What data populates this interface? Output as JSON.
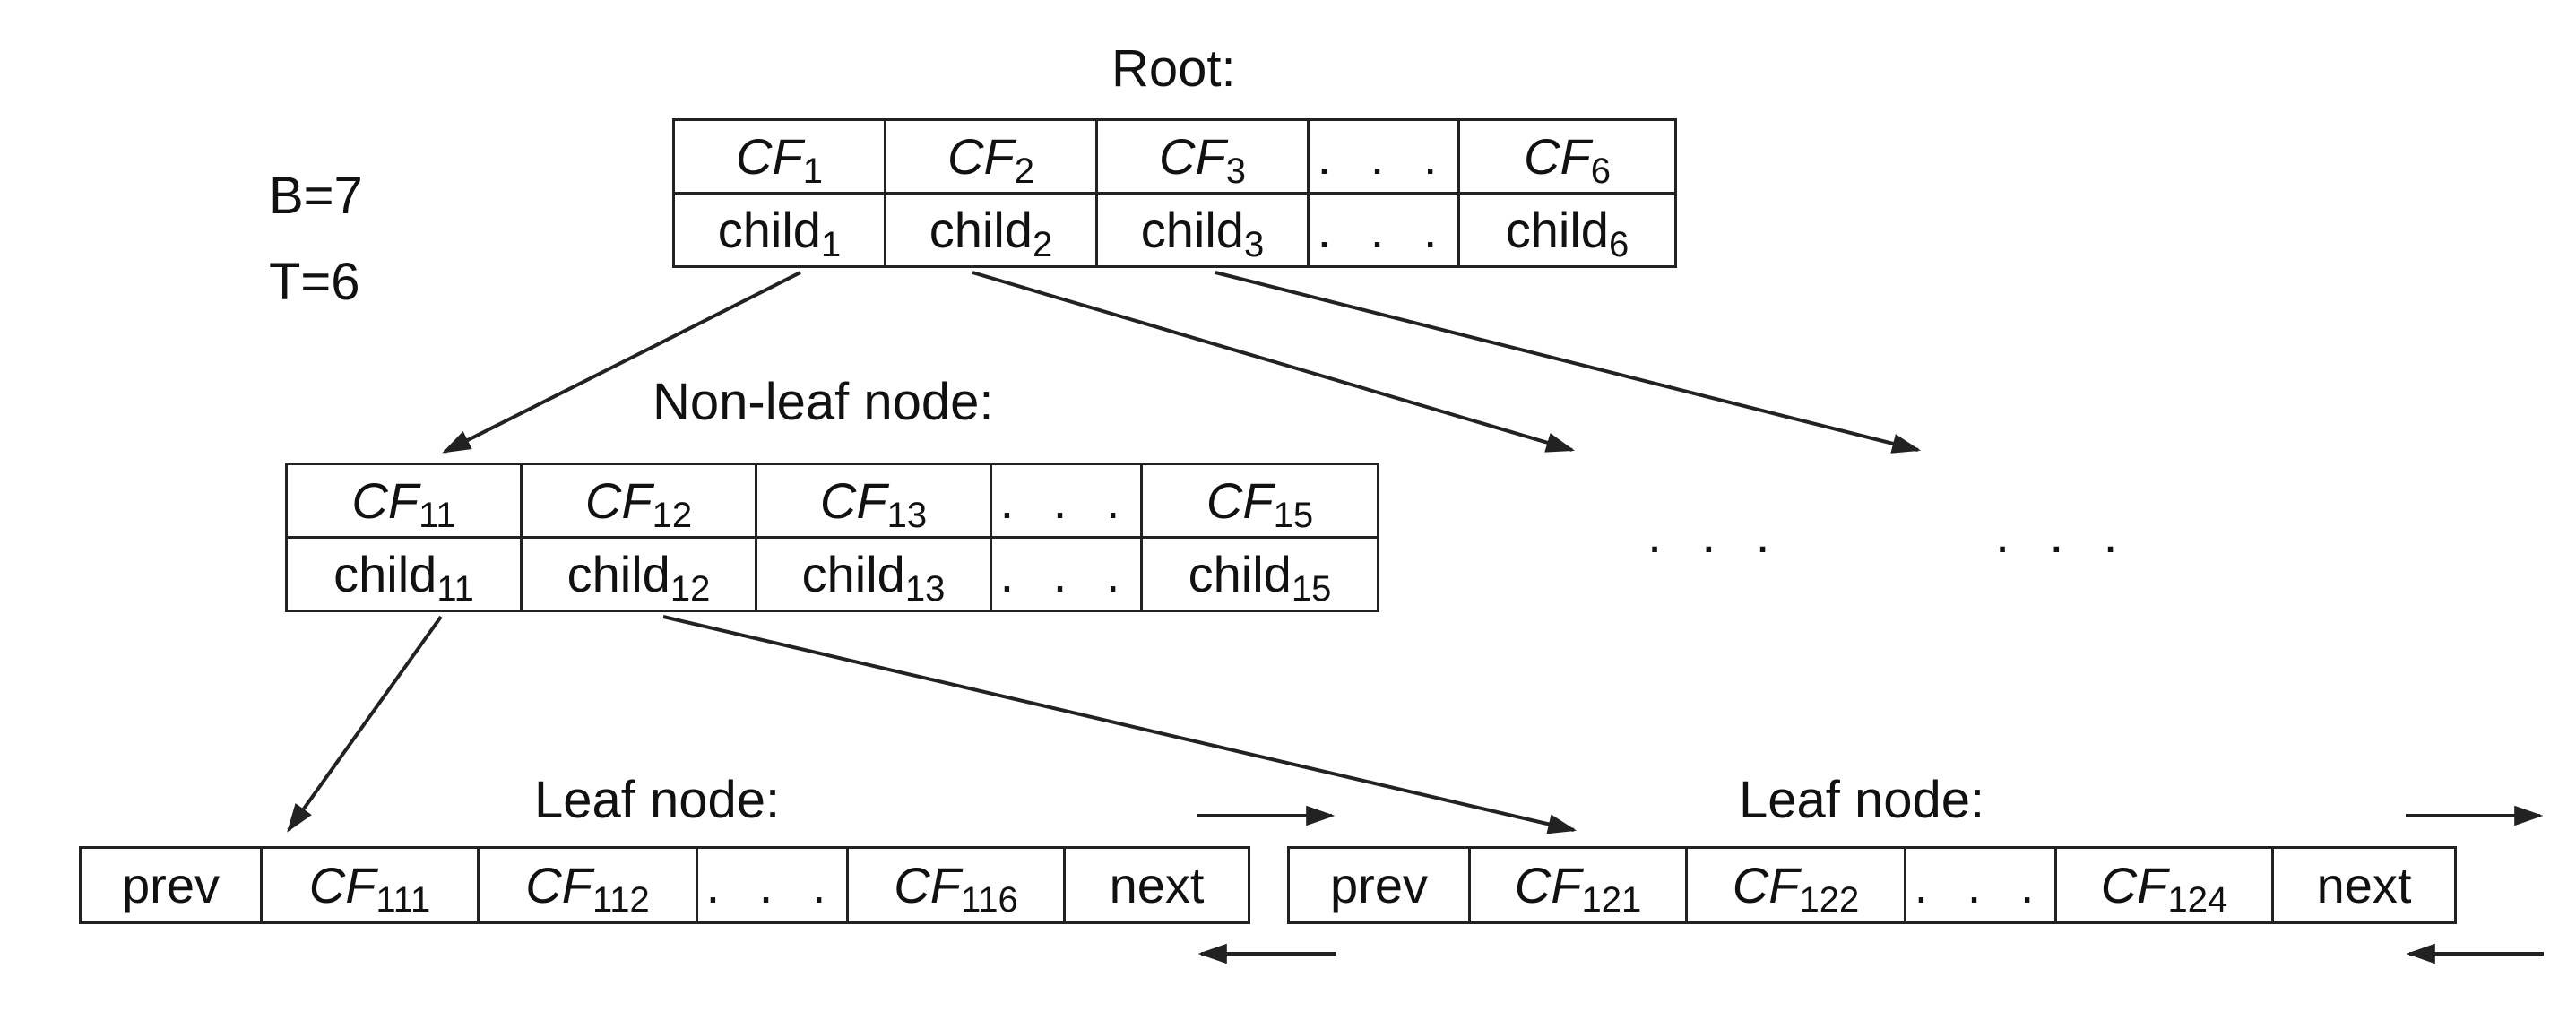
{
  "params": {
    "b_label": "B=7",
    "t_label": "T=6"
  },
  "root": {
    "title": "Root:",
    "cf_row": [
      {
        "base": "CF",
        "sub": "1"
      },
      {
        "base": "CF",
        "sub": "2"
      },
      {
        "base": "CF",
        "sub": "3"
      },
      {
        "dots": ". . ."
      },
      {
        "base": "CF",
        "sub": "6"
      }
    ],
    "child_row": [
      {
        "base": "child",
        "sub": "1"
      },
      {
        "base": "child",
        "sub": "2"
      },
      {
        "base": "child",
        "sub": "3"
      },
      {
        "dots": ". . ."
      },
      {
        "base": "child",
        "sub": "6"
      }
    ]
  },
  "nonleaf": {
    "title": "Non-leaf node:",
    "cf_row": [
      {
        "base": "CF",
        "sub": "11"
      },
      {
        "base": "CF",
        "sub": "12"
      },
      {
        "base": "CF",
        "sub": "13"
      },
      {
        "dots": ". . ."
      },
      {
        "base": "CF",
        "sub": "15"
      }
    ],
    "child_row": [
      {
        "base": "child",
        "sub": "11"
      },
      {
        "base": "child",
        "sub": "12"
      },
      {
        "base": "child",
        "sub": "13"
      },
      {
        "dots": ". . ."
      },
      {
        "base": "child",
        "sub": "15"
      }
    ]
  },
  "ellipses": [
    ". . .",
    ". . ."
  ],
  "leaves": [
    {
      "title": "Leaf node:",
      "cells": [
        {
          "text": "prev"
        },
        {
          "base": "CF",
          "sub": "111"
        },
        {
          "base": "CF",
          "sub": "112"
        },
        {
          "dots": ". . ."
        },
        {
          "base": "CF",
          "sub": "116"
        },
        {
          "text": "next"
        }
      ]
    },
    {
      "title": "Leaf node:",
      "cells": [
        {
          "text": "prev"
        },
        {
          "base": "CF",
          "sub": "121"
        },
        {
          "base": "CF",
          "sub": "122"
        },
        {
          "dots": ". . ."
        },
        {
          "base": "CF",
          "sub": "124"
        },
        {
          "text": "next"
        }
      ]
    }
  ],
  "colors": {
    "line": "#222222",
    "background": "#ffffff"
  }
}
